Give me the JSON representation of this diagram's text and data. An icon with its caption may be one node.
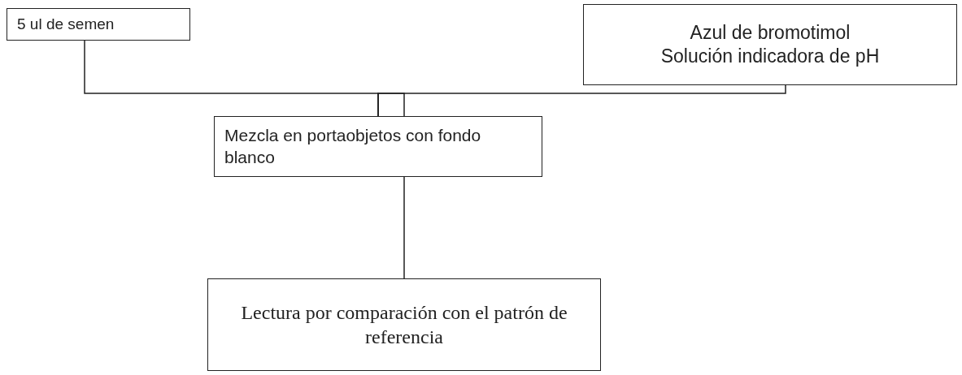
{
  "diagram": {
    "nodes": [
      {
        "text": [
          "5 ul de semen"
        ]
      },
      {
        "text": [
          "Azul de bromotimol",
          "Solución indicadora de pH"
        ]
      },
      {
        "text": [
          "Mezcla en portaobjetos con fondo blanco"
        ]
      },
      {
        "text": [
          "Lectura por comparación con el patrón de referencia"
        ]
      }
    ],
    "edges": [
      {
        "from": 0,
        "to": 2,
        "arrow": "none"
      },
      {
        "from": 1,
        "to": 2,
        "arrow": "none"
      },
      {
        "from": 2,
        "to": 3,
        "arrow": "none"
      }
    ]
  }
}
